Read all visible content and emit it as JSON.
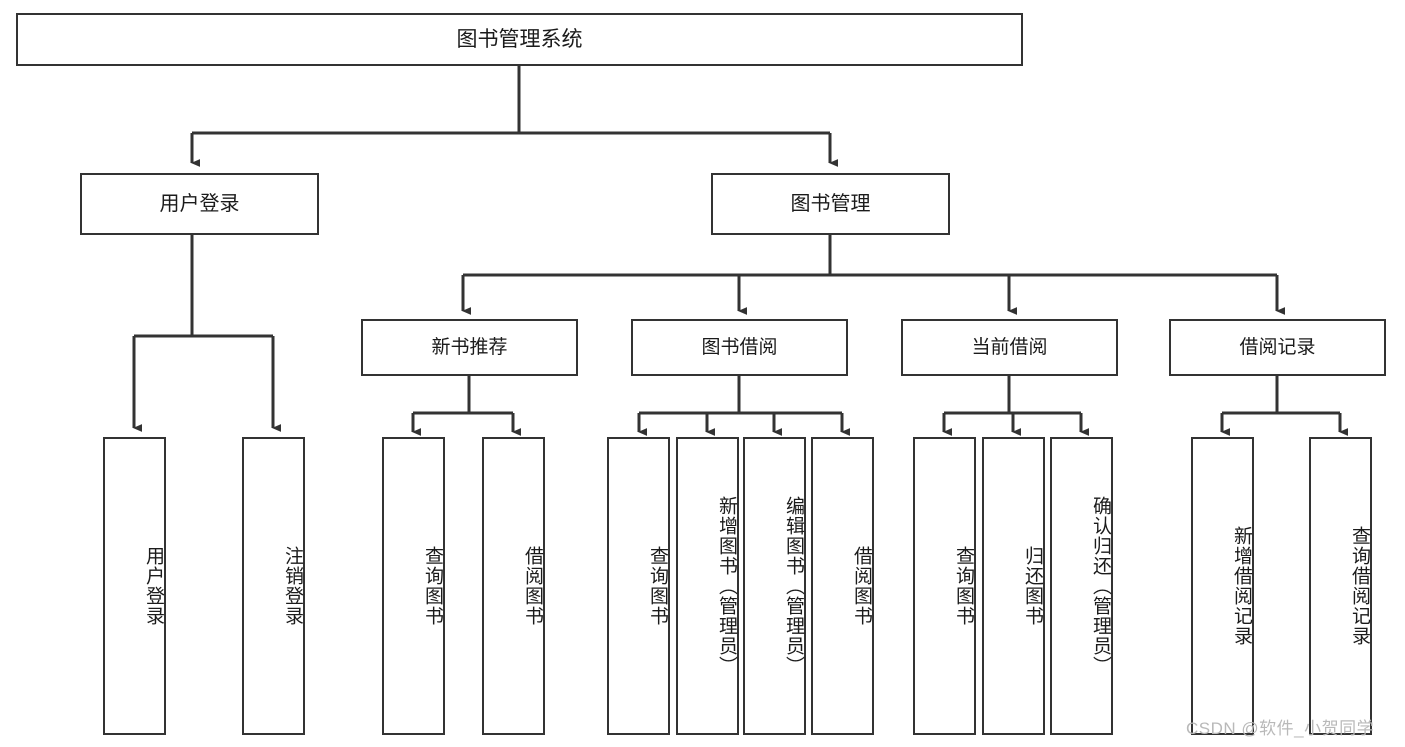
{
  "diagram": {
    "title": "图书管理系统",
    "type": "tree-hierarchy-chart",
    "stroke_color": "#333333",
    "fill_color": "#ffffff",
    "text_color": "#1b1b1b",
    "root": {
      "label": "图书管理系统"
    },
    "level2": [
      {
        "label": "用户登录"
      },
      {
        "label": "图书管理"
      }
    ],
    "level3": [
      {
        "label": "新书推荐"
      },
      {
        "label": "图书借阅"
      },
      {
        "label": "当前借阅"
      },
      {
        "label": "借阅记录"
      }
    ],
    "leaves": [
      {
        "label": "用户登录"
      },
      {
        "label": "注销登录"
      },
      {
        "label": "查询图书"
      },
      {
        "label": "借阅图书"
      },
      {
        "label": "查询图书"
      },
      {
        "label": "新增图书（管理员）"
      },
      {
        "label": "编辑图书（管理员）"
      },
      {
        "label": "借阅图书"
      },
      {
        "label": "查询图书"
      },
      {
        "label": "归还图书"
      },
      {
        "label": "确认归还（管理员）"
      },
      {
        "label": "新增借阅记录"
      },
      {
        "label": "查询借阅记录"
      }
    ]
  },
  "watermark": {
    "text": "CSDN @软件_小贺同学"
  }
}
